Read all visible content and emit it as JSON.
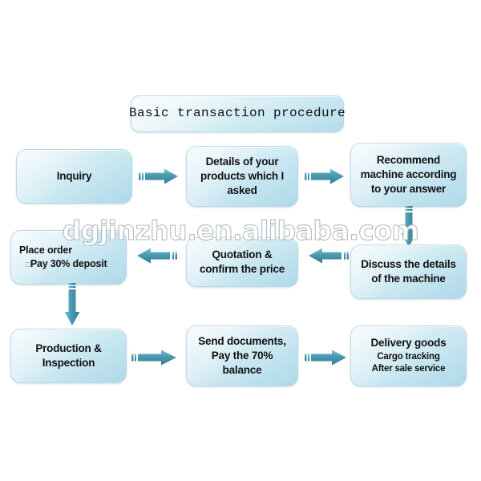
{
  "title": {
    "text": "Basic transaction procedure"
  },
  "watermark": {
    "text": "dgjinzhu.en.alibaba.com"
  },
  "colors": {
    "arrow": "#3f8fa8",
    "arrow_light": "#6fc0d4",
    "box_top": "#eef8fb",
    "box_bottom": "#aed9e9",
    "box_border": "#bcd9e4",
    "text": "#111111",
    "background": "#ffffff"
  },
  "nodes": [
    {
      "id": "inquiry",
      "lines": [
        "Inquiry"
      ]
    },
    {
      "id": "details",
      "lines": [
        "Details of your",
        "products which I",
        "asked"
      ]
    },
    {
      "id": "recommend",
      "lines": [
        "Recommend",
        "machine according",
        "to your answer"
      ]
    },
    {
      "id": "discuss",
      "lines": [
        "Discuss the details",
        "of the machine"
      ]
    },
    {
      "id": "quotation",
      "lines": [
        "Quotation &",
        "confirm the price"
      ]
    },
    {
      "id": "place-order",
      "lines": [
        "Place order",
        "□Pay 30% deposit"
      ]
    },
    {
      "id": "production",
      "lines": [
        "Production &",
        "Inspection"
      ]
    },
    {
      "id": "send-documents",
      "lines": [
        "Send documents,",
        "Pay the 70%",
        "balance"
      ]
    },
    {
      "id": "delivery",
      "lines": [
        "Delivery goods",
        "Cargo tracking",
        "After sale service"
      ]
    }
  ],
  "node_text": {
    "inquiry_1": "Inquiry",
    "details_1": "Details of your",
    "details_2": "products which I",
    "details_3": "asked",
    "recommend_1": "Recommend",
    "recommend_2": "machine according",
    "recommend_3": "to your answer",
    "discuss_1": "Discuss the details",
    "discuss_2": "of the machine",
    "quotation_1": "Quotation &",
    "quotation_2": "confirm the price",
    "place_order_1": "Place order",
    "place_order_2": "Pay 30% deposit",
    "place_order_bullet": "□",
    "production_1": "Production &",
    "production_2": "Inspection",
    "send_documents_1": "Send documents,",
    "send_documents_2": "Pay the 70%",
    "send_documents_3": "balance",
    "delivery_1": "Delivery goods",
    "delivery_2": "Cargo tracking",
    "delivery_3": "After sale service"
  },
  "edges": [
    {
      "id": "inquiry-to-details",
      "from": "inquiry",
      "to": "details",
      "direction": "right"
    },
    {
      "id": "details-to-recommend",
      "from": "details",
      "to": "recommend",
      "direction": "right"
    },
    {
      "id": "recommend-to-discuss",
      "from": "recommend",
      "to": "discuss",
      "direction": "down"
    },
    {
      "id": "discuss-to-quotation",
      "from": "discuss",
      "to": "quotation",
      "direction": "left"
    },
    {
      "id": "quotation-to-place-order",
      "from": "quotation",
      "to": "place-order",
      "direction": "left"
    },
    {
      "id": "place-order-to-production",
      "from": "place-order",
      "to": "production",
      "direction": "down"
    },
    {
      "id": "production-to-send-documents",
      "from": "production",
      "to": "send-documents",
      "direction": "right"
    },
    {
      "id": "send-documents-to-delivery",
      "from": "send-documents",
      "to": "delivery",
      "direction": "right"
    }
  ]
}
